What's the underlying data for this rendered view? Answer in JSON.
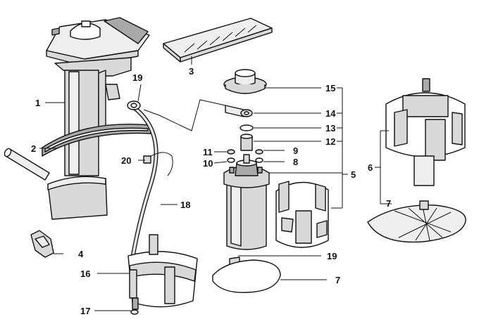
{
  "diagram": {
    "callouts": [
      {
        "id": "c1",
        "text": "1"
      },
      {
        "id": "c2",
        "text": "2"
      },
      {
        "id": "c3",
        "text": "3"
      },
      {
        "id": "c4",
        "text": "4"
      },
      {
        "id": "c5",
        "text": "5"
      },
      {
        "id": "c6",
        "text": "6"
      },
      {
        "id": "c7a",
        "text": "7"
      },
      {
        "id": "c7b",
        "text": "7"
      },
      {
        "id": "c8",
        "text": "8"
      },
      {
        "id": "c9",
        "text": "9"
      },
      {
        "id": "c10",
        "text": "10"
      },
      {
        "id": "c11",
        "text": "11"
      },
      {
        "id": "c12",
        "text": "12"
      },
      {
        "id": "c13",
        "text": "13"
      },
      {
        "id": "c14",
        "text": "14"
      },
      {
        "id": "c15",
        "text": "15"
      },
      {
        "id": "c16",
        "text": "16"
      },
      {
        "id": "c17",
        "text": "17"
      },
      {
        "id": "c18",
        "text": "18"
      },
      {
        "id": "c19a",
        "text": "19"
      },
      {
        "id": "c19b",
        "text": "19"
      },
      {
        "id": "c20",
        "text": "20"
      }
    ]
  }
}
